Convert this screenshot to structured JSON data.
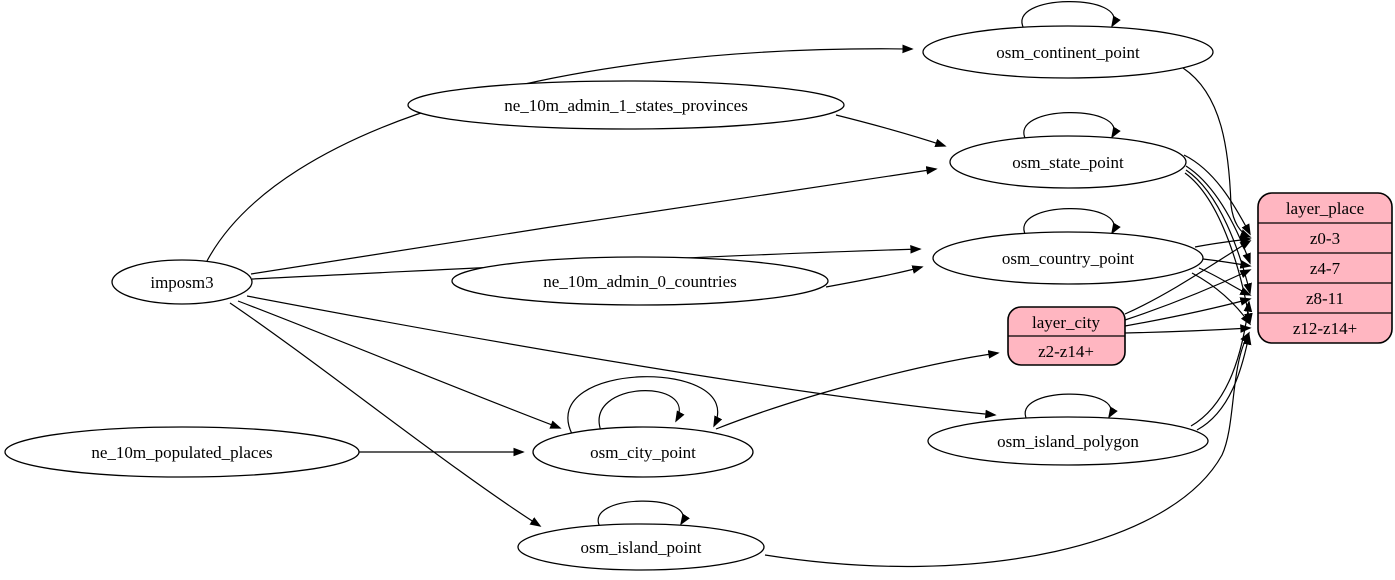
{
  "diagram": {
    "colors": {
      "layer_fill": "#FFB6C1",
      "node_fill": "#ffffff",
      "stroke": "#000000",
      "background": "#ffffff"
    },
    "nodes": {
      "imposm3": "imposm3",
      "ne_10m_admin_1_states_provinces": "ne_10m_admin_1_states_provinces",
      "ne_10m_admin_0_countries": "ne_10m_admin_0_countries",
      "ne_10m_populated_places": "ne_10m_populated_places",
      "osm_continent_point": "osm_continent_point",
      "osm_state_point": "osm_state_point",
      "osm_country_point": "osm_country_point",
      "osm_city_point": "osm_city_point",
      "osm_island_polygon": "osm_island_polygon",
      "osm_island_point": "osm_island_point"
    },
    "records": {
      "layer_city": {
        "title": "layer_city",
        "rows": [
          "z2-z14+"
        ]
      },
      "layer_place": {
        "title": "layer_place",
        "rows": [
          "z0-3",
          "z4-7",
          "z8-11",
          "z12-z14+"
        ]
      }
    },
    "edges": [
      {
        "from": "imposm3",
        "to": "osm_continent_point"
      },
      {
        "from": "imposm3",
        "to": "osm_state_point"
      },
      {
        "from": "imposm3",
        "to": "osm_country_point"
      },
      {
        "from": "imposm3",
        "to": "osm_city_point"
      },
      {
        "from": "imposm3",
        "to": "osm_island_polygon"
      },
      {
        "from": "imposm3",
        "to": "osm_island_point"
      },
      {
        "from": "ne_10m_admin_1_states_provinces",
        "to": "osm_state_point"
      },
      {
        "from": "ne_10m_admin_0_countries",
        "to": "osm_country_point"
      },
      {
        "from": "ne_10m_populated_places",
        "to": "osm_city_point"
      },
      {
        "from": "osm_continent_point",
        "to": "osm_continent_point"
      },
      {
        "from": "osm_state_point",
        "to": "osm_state_point"
      },
      {
        "from": "osm_country_point",
        "to": "osm_country_point"
      },
      {
        "from": "osm_city_point",
        "to": "osm_city_point"
      },
      {
        "from": "osm_city_point",
        "to": "osm_city_point"
      },
      {
        "from": "osm_island_polygon",
        "to": "osm_island_polygon"
      },
      {
        "from": "osm_island_point",
        "to": "osm_island_point"
      },
      {
        "from": "osm_city_point",
        "to": "layer_city:z2-z14+"
      },
      {
        "from": "osm_continent_point",
        "to": "layer_place:z0-3"
      },
      {
        "from": "osm_state_point",
        "to": "layer_place:z0-3"
      },
      {
        "from": "osm_state_point",
        "to": "layer_place:z4-7"
      },
      {
        "from": "osm_state_point",
        "to": "layer_place:z8-11"
      },
      {
        "from": "osm_state_point",
        "to": "layer_place:z12-z14+"
      },
      {
        "from": "osm_country_point",
        "to": "layer_place:z0-3"
      },
      {
        "from": "osm_country_point",
        "to": "layer_place:z4-7"
      },
      {
        "from": "osm_country_point",
        "to": "layer_place:z8-11"
      },
      {
        "from": "osm_country_point",
        "to": "layer_place:z12-z14+"
      },
      {
        "from": "layer_city",
        "to": "layer_place:z0-3"
      },
      {
        "from": "layer_city",
        "to": "layer_place:z4-7"
      },
      {
        "from": "layer_city",
        "to": "layer_place:z8-11"
      },
      {
        "from": "layer_city",
        "to": "layer_place:z12-z14+"
      },
      {
        "from": "osm_island_polygon",
        "to": "layer_place:z8-11"
      },
      {
        "from": "osm_island_polygon",
        "to": "layer_place:z12-z14+"
      },
      {
        "from": "osm_island_point",
        "to": "layer_place:z12-z14+"
      }
    ]
  }
}
